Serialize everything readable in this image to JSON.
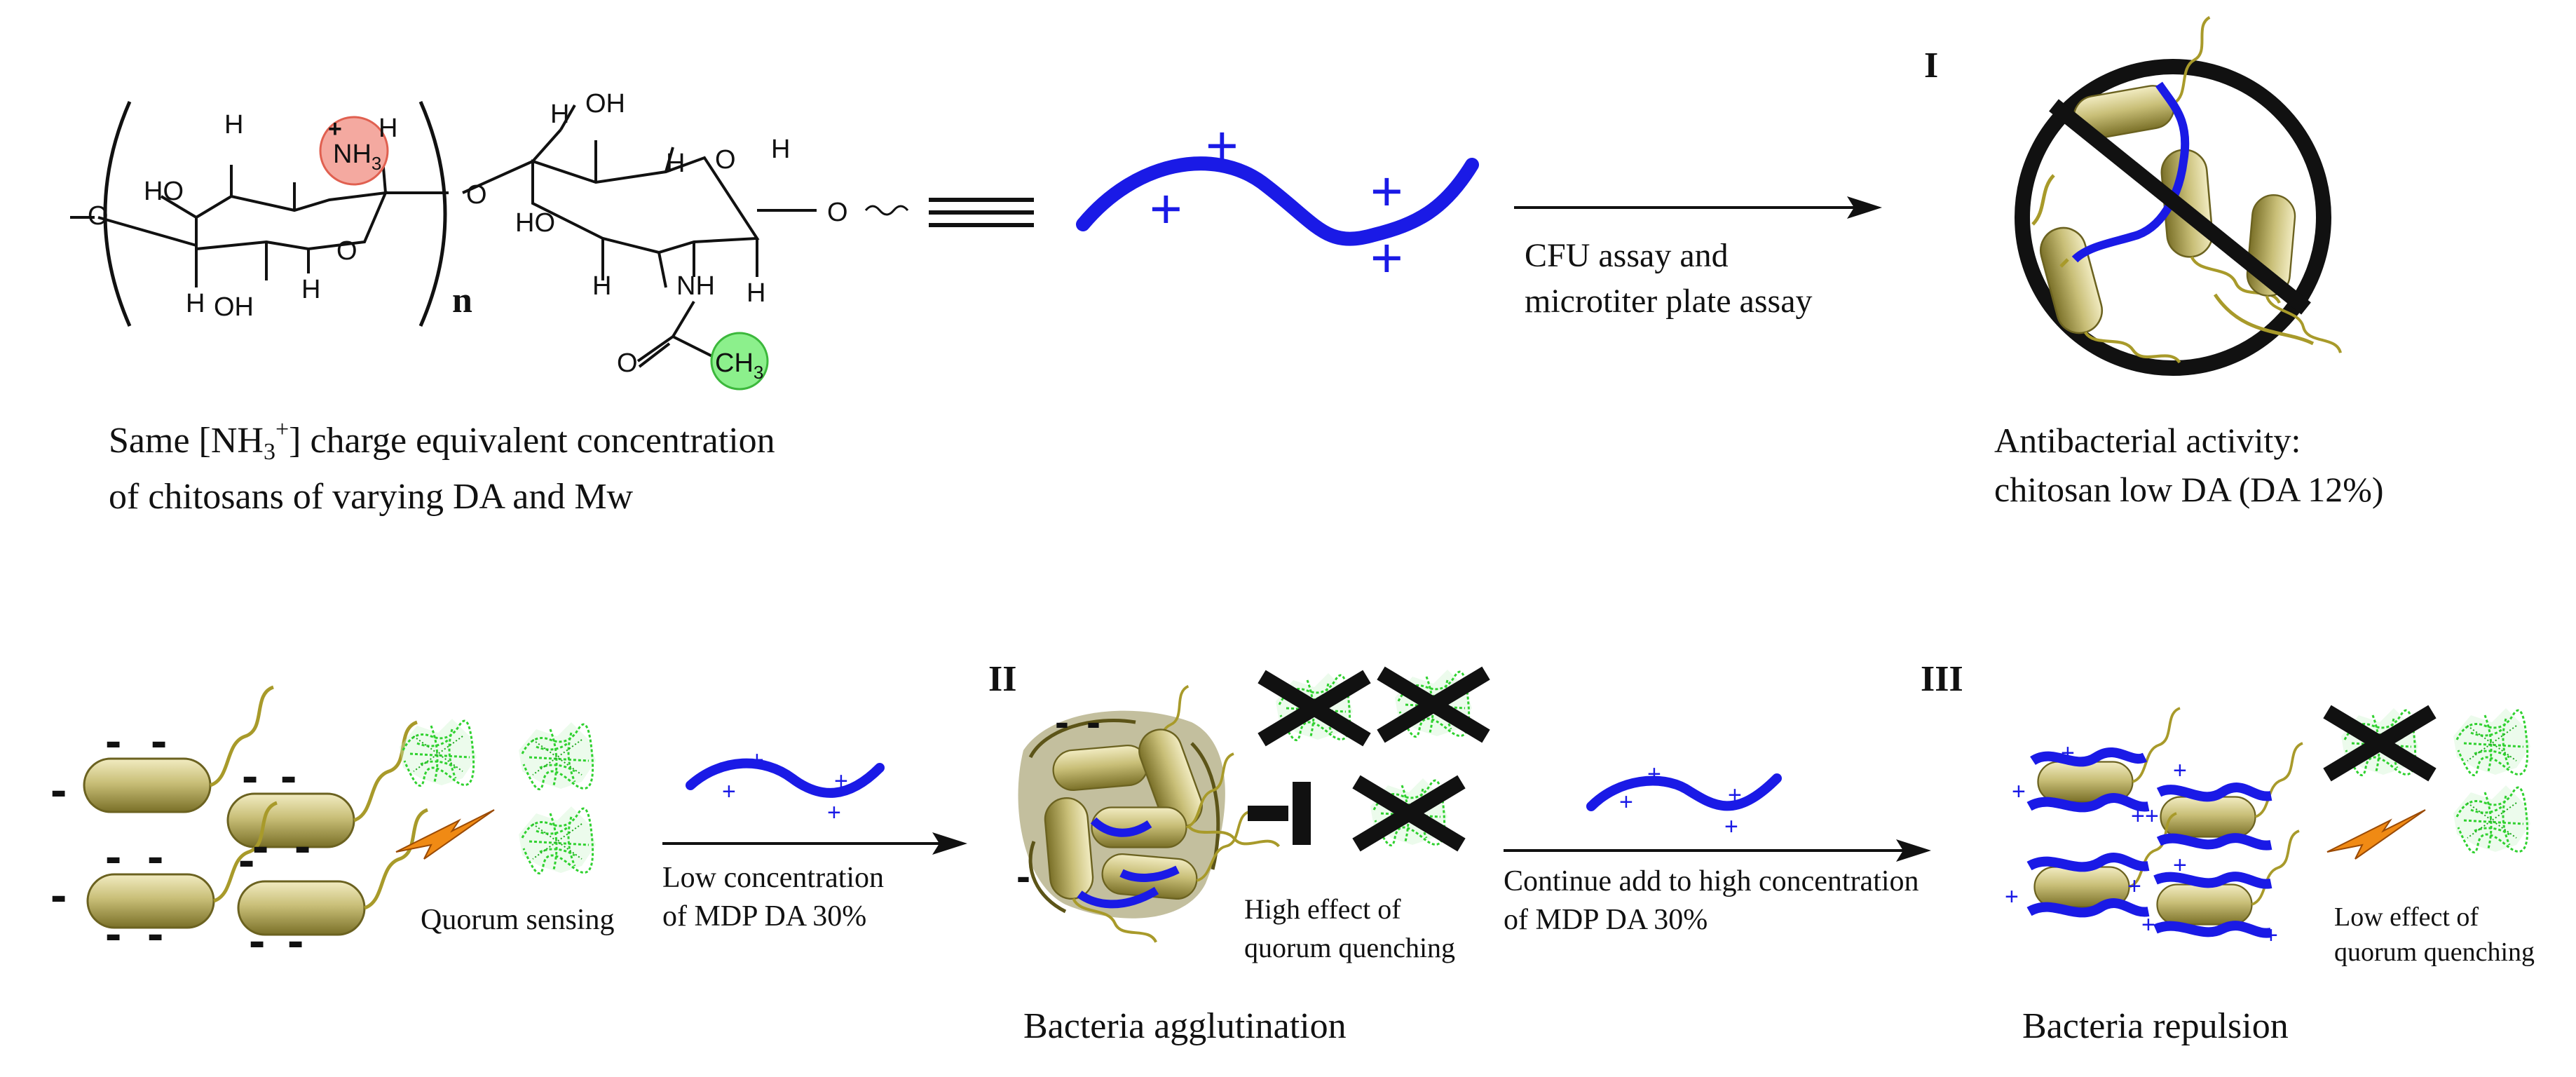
{
  "colors": {
    "chain": "#1a1ae6",
    "bacterium": "#c9bf78",
    "bacterium_dark": "#8a8030",
    "flagellum": "#a89a2a",
    "protein": "#2fd12f",
    "signal": "#f08a14",
    "ink": "#111111",
    "nh3_highlight": "#f4a9a0",
    "ch3_highlight": "#8cf08c"
  },
  "structure": {
    "nh3": "NH",
    "nh3_sub": "3",
    "nh3_charge": "+",
    "ch3": "CH",
    "ch3_sub": "3",
    "ho1": "HO",
    "ho2": "HO",
    "oh_top": "OH",
    "oh_bottom": "OH",
    "h": "H",
    "o": "O",
    "nh": "NH",
    "repeat": "n"
  },
  "charge_label": {
    "line1_pre": "Same [NH",
    "line1_sub": "3",
    "line1_sup": "+",
    "line1_post": "] charge equivalent concentration",
    "line2": "of chitosans of varying DA and Mw"
  },
  "chain_symbol": {
    "plus": "+",
    "minus": "-"
  },
  "assay_label": {
    "line1": "CFU assay and",
    "line2": "microtiter plate assay"
  },
  "panel_I": {
    "numeral": "I",
    "caption1": "Antibacterial activity:",
    "caption2": "chitosan low DA (DA 12%)"
  },
  "quorum_sensing": "Quorum sensing",
  "low_conc": {
    "line1": "Low concentration",
    "line2": "of MDP DA 30%"
  },
  "panel_II": {
    "numeral": "II",
    "effect1": "High effect of",
    "effect2": "quorum quenching",
    "caption": "Bacteria agglutination"
  },
  "high_conc": {
    "line1": "Continue add to high concentration",
    "line2": "of  MDP DA 30%"
  },
  "panel_III": {
    "numeral": "III",
    "effect1": "Low effect of",
    "effect2": "quorum quenching",
    "caption": "Bacteria repulsion"
  }
}
